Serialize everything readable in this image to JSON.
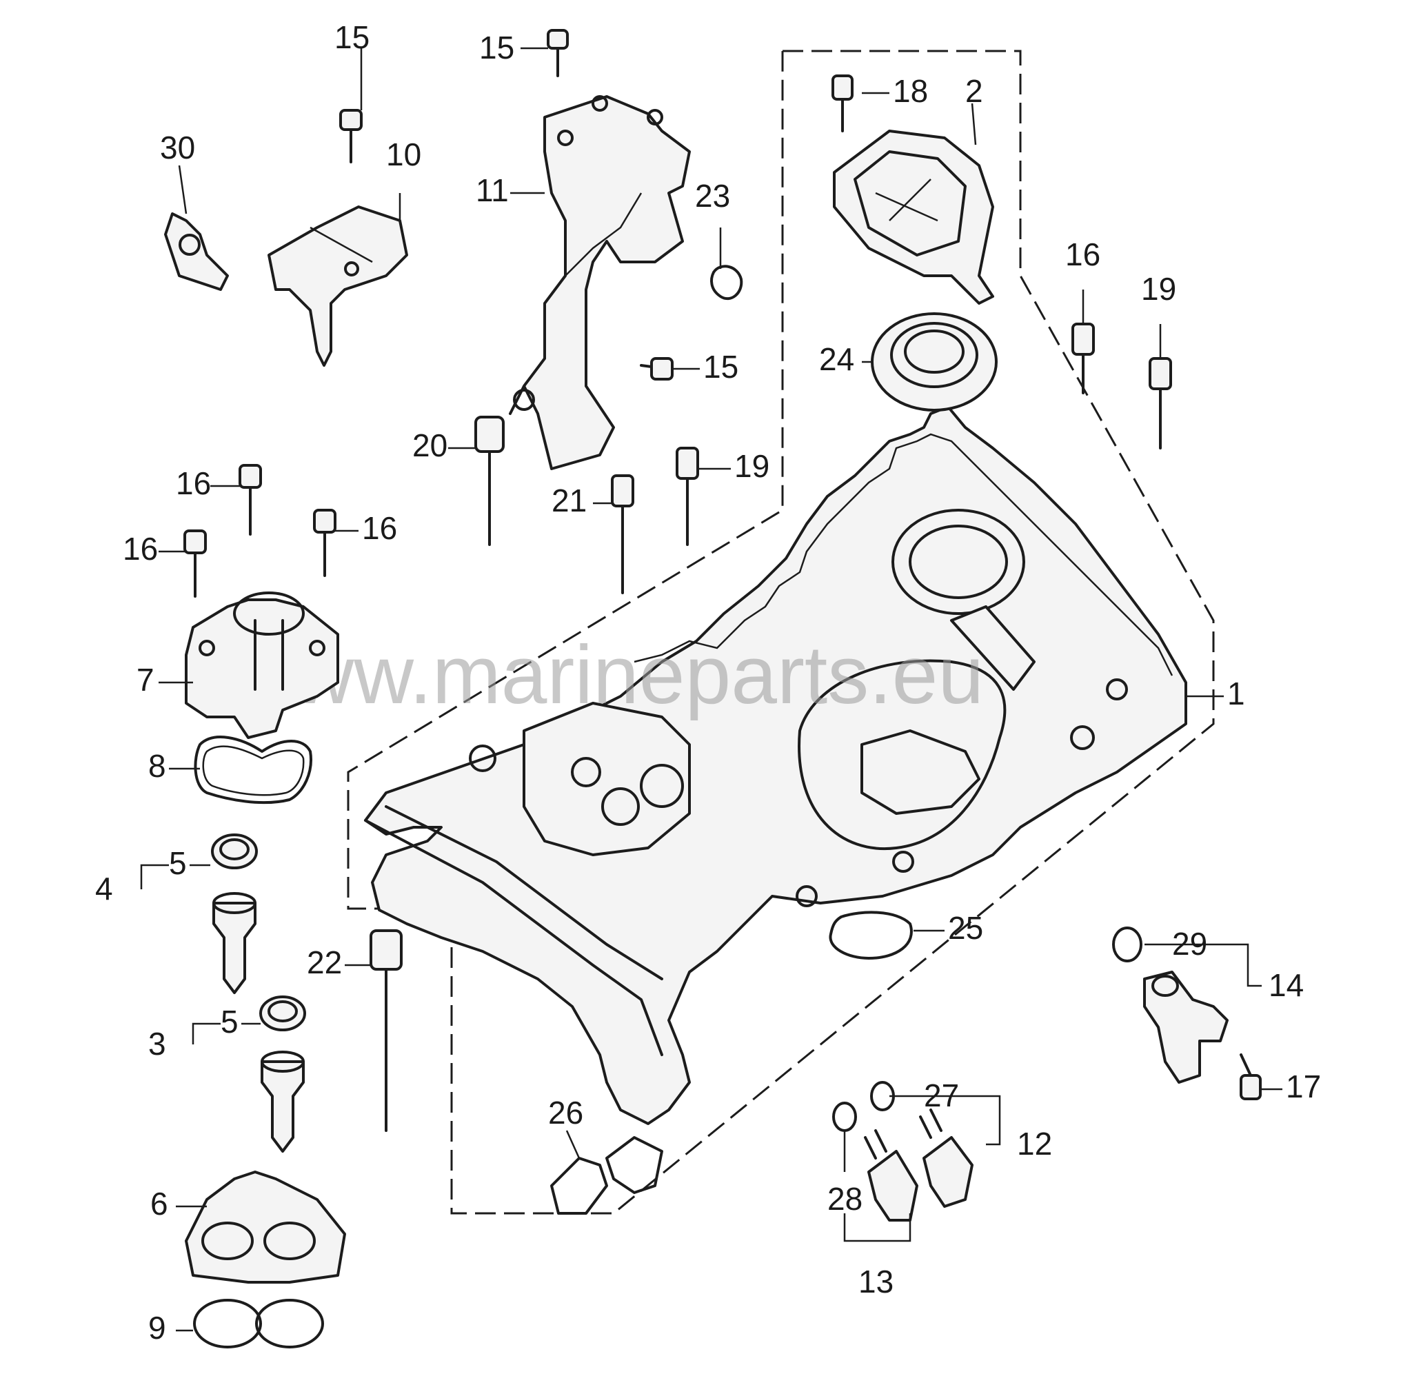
{
  "watermark": "www.marineparts.eu",
  "callouts": {
    "c1": "1",
    "c2": "2",
    "c3": "3",
    "c4": "4",
    "c5a": "5",
    "c5b": "5",
    "c6": "6",
    "c7": "7",
    "c8": "8",
    "c9": "9",
    "c10": "10",
    "c11": "11",
    "c12": "12",
    "c13": "13",
    "c14": "14",
    "c15a": "15",
    "c15b": "15",
    "c15c": "15",
    "c16a": "16",
    "c16b": "16",
    "c16c": "16",
    "c16d": "16",
    "c17": "17",
    "c18": "18",
    "c19a": "19",
    "c19b": "19",
    "c20": "20",
    "c21": "21",
    "c22": "22",
    "c23": "23",
    "c24": "24",
    "c25": "25",
    "c26": "26",
    "c27": "27",
    "c28": "28",
    "c29": "29",
    "c30": "30"
  }
}
